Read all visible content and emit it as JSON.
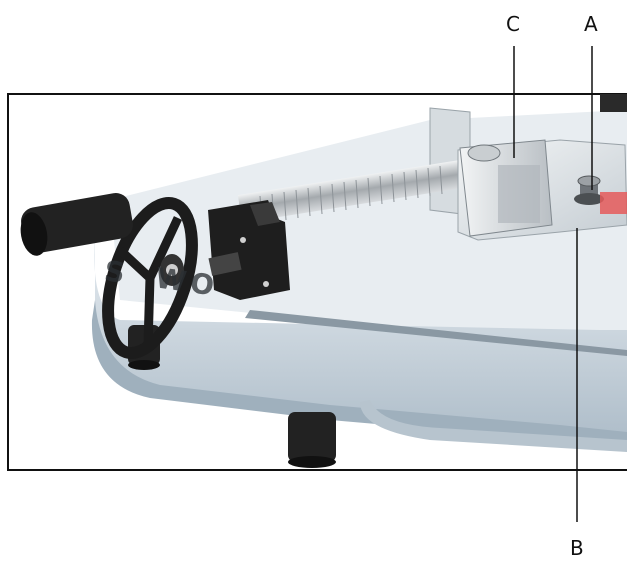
{
  "figure": {
    "callouts": [
      {
        "id": "C",
        "label": "C"
      },
      {
        "id": "A",
        "label": "A"
      },
      {
        "id": "B",
        "label": "B"
      }
    ],
    "brand_fragment": "S  WO",
    "colors": {
      "frame": "#111111",
      "base": "#c8d3dc",
      "base_shadow": "#9fb0bd",
      "handle": "#1c1c1c",
      "screw": "#b8bcc0",
      "bracket": "#d9dde0",
      "plate": "#eceff1"
    }
  }
}
